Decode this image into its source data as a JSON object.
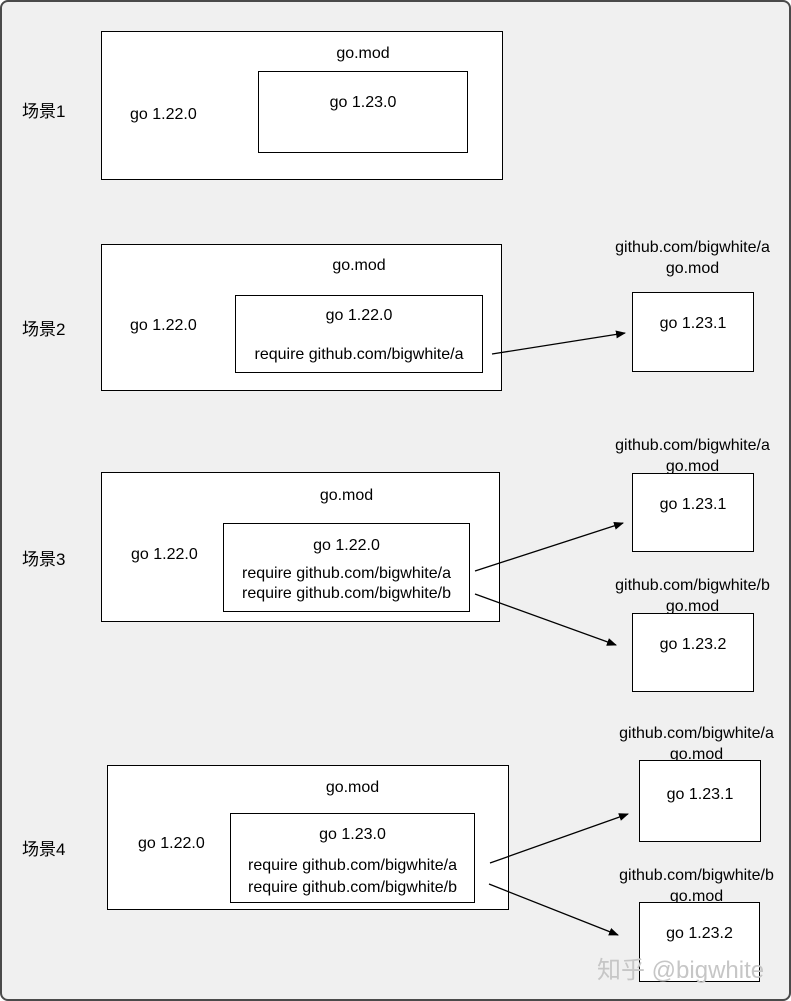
{
  "frame": {
    "background": "#f0f0f0",
    "border_color": "#4a4a4a",
    "box_background": "#ffffff",
    "box_border": "#000000"
  },
  "watermark": {
    "brand": "知乎",
    "handle": "@bigwhite",
    "color": "#c6c6c6"
  },
  "scenarios": [
    {
      "label": "场景1",
      "gomod_title": "go.mod",
      "go_directive": "go 1.22.0",
      "inner": {
        "go_directive": "go 1.23.0",
        "requires": []
      },
      "deps": []
    },
    {
      "label": "场景2",
      "gomod_title": "go.mod",
      "go_directive": "go 1.22.0",
      "inner": {
        "go_directive": "go 1.22.0",
        "requires": [
          "require github.com/bigwhite/a"
        ]
      },
      "deps": [
        {
          "module": "github.com/bigwhite/a",
          "file": "go.mod",
          "go_directive": "go 1.23.1"
        }
      ]
    },
    {
      "label": "场景3",
      "gomod_title": "go.mod",
      "go_directive": "go 1.22.0",
      "inner": {
        "go_directive": "go 1.22.0",
        "requires": [
          "require github.com/bigwhite/a",
          "require github.com/bigwhite/b"
        ]
      },
      "deps": [
        {
          "module": "github.com/bigwhite/a",
          "file": "go.mod",
          "go_directive": "go 1.23.1"
        },
        {
          "module": "github.com/bigwhite/b",
          "file": "go.mod",
          "go_directive": "go 1.23.2"
        }
      ]
    },
    {
      "label": "场景4",
      "gomod_title": "go.mod",
      "go_directive": "go 1.22.0",
      "inner": {
        "go_directive": "go 1.23.0",
        "requires": [
          "require github.com/bigwhite/a",
          "require github.com/bigwhite/b"
        ]
      },
      "deps": [
        {
          "module": "github.com/bigwhite/a",
          "file": "go.mod",
          "go_directive": "go 1.23.1"
        },
        {
          "module": "github.com/bigwhite/b",
          "file": "go.mod",
          "go_directive": "go 1.23.2"
        }
      ]
    }
  ]
}
